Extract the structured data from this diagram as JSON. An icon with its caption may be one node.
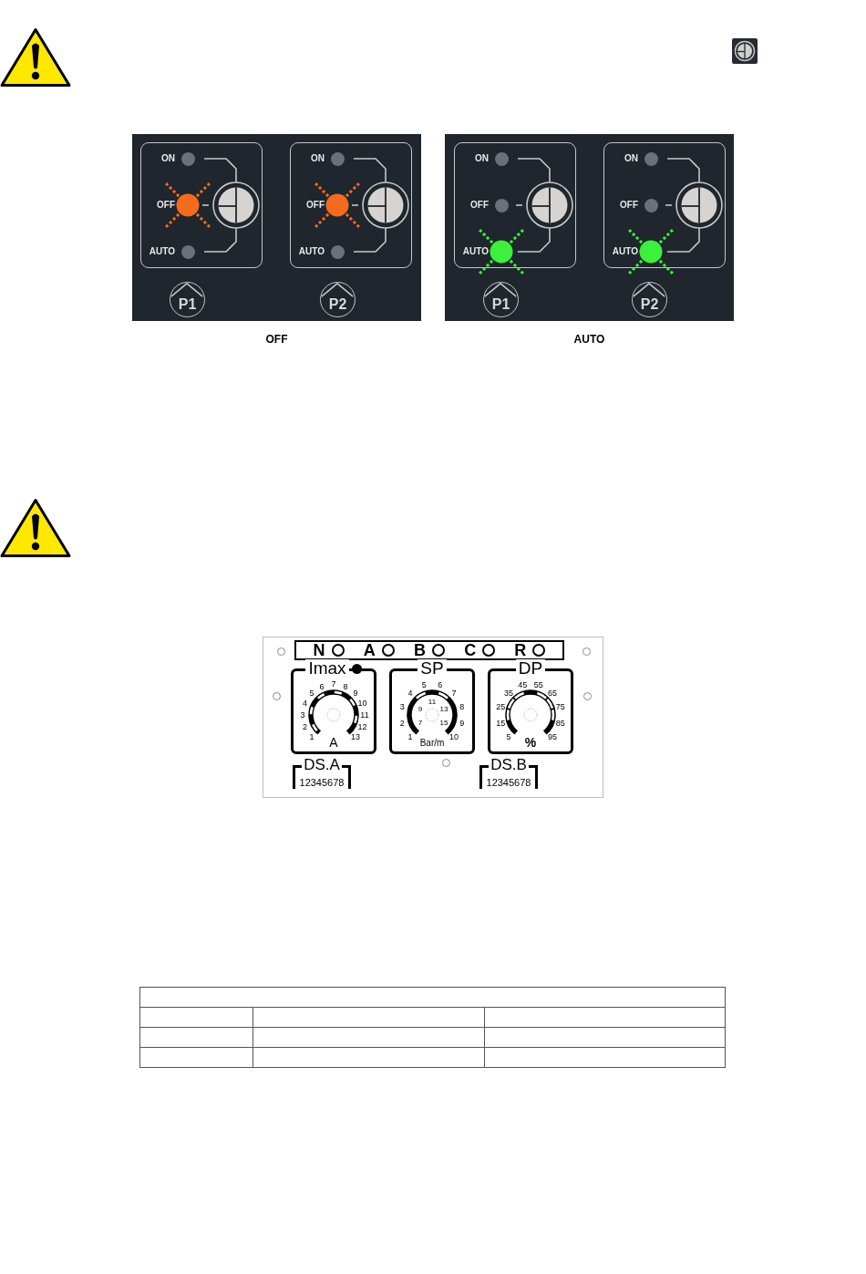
{
  "diagram": {
    "nodes": [
      {
        "text": [],
        "shape": "box",
        "beside": [
          "OFF"
        ]
      },
      {
        "text": [
          "ON",
          "OFF",
          "AUTO"
        ],
        "in": 0
      },
      {
        "text": [
          "P1"
        ],
        "in": 0
      },
      {
        "text": [
          "ON",
          "OFF",
          "AUTO"
        ],
        "in": 0
      },
      {
        "text": [
          "P2"
        ],
        "in": 0
      },
      {
        "text": [],
        "shape": "box",
        "beside": [
          "AUTO"
        ]
      },
      {
        "text": [
          "ON",
          "OFF",
          "AUTO"
        ],
        "in": 5
      },
      {
        "text": [
          "P1"
        ],
        "in": 5
      },
      {
        "text": [
          "ON",
          "OFF",
          "AUTO"
        ],
        "in": 5
      },
      {
        "text": [
          "P2"
        ],
        "in": 5
      },
      {
        "text": [],
        "shape": "box"
      },
      {
        "text": [
          "N",
          "A",
          "B",
          "C",
          "R"
        ],
        "in": 10
      },
      {
        "text": [
          "Imax",
          "1",
          "2",
          "3",
          "4",
          "5",
          "6",
          "7",
          "8",
          "9",
          "10",
          "11",
          "12",
          "13",
          "A"
        ],
        "in": 10
      },
      {
        "text": [
          "SP",
          "1",
          "2",
          "3",
          "4",
          "5",
          "6",
          "7",
          "8",
          "9",
          "10",
          "7",
          "9",
          "11",
          "13",
          "15",
          "Bar/m"
        ],
        "in": 10
      },
      {
        "text": [
          "DP",
          "5",
          "15",
          "25",
          "35",
          "45",
          "55",
          "65",
          "75",
          "85",
          "95",
          "%"
        ],
        "in": 10
      },
      {
        "text": [
          "DS.A",
          "12345678"
        ],
        "in": 10
      },
      {
        "text": [
          "DS.B",
          "12345678"
        ],
        "in": 10
      }
    ]
  }
}
